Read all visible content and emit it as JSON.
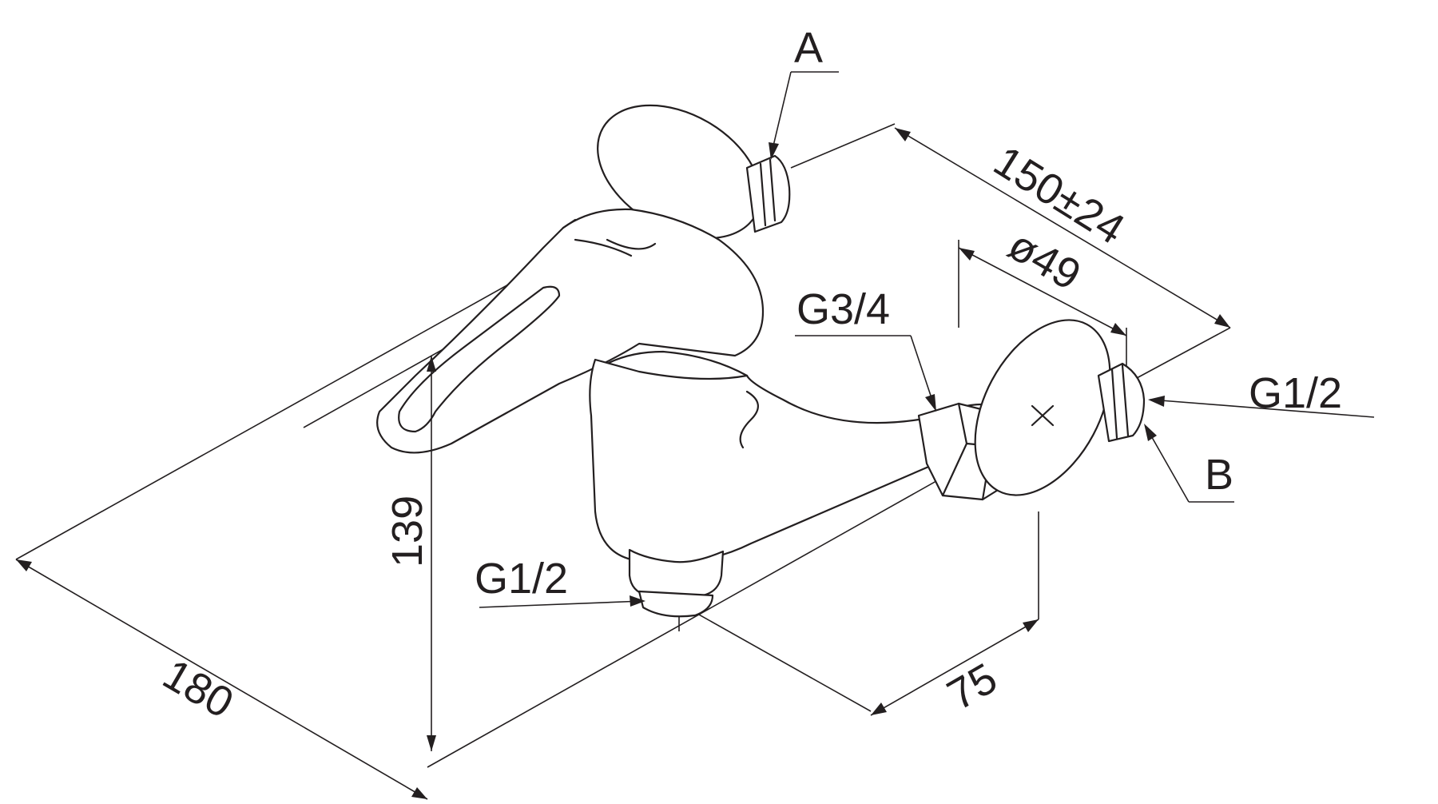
{
  "labels": {
    "connection_a": "A",
    "connection_b": "B",
    "thread_outlet_right": "G1/2",
    "thread_outlet_bottom": "G1/2",
    "thread_body": "G3/4"
  },
  "dimensions": {
    "spacing": "150±24",
    "diameter": "ø49",
    "height": "139",
    "length": "180",
    "depth": "75"
  },
  "colors": {
    "line": "#231f20",
    "background": "#ffffff"
  }
}
